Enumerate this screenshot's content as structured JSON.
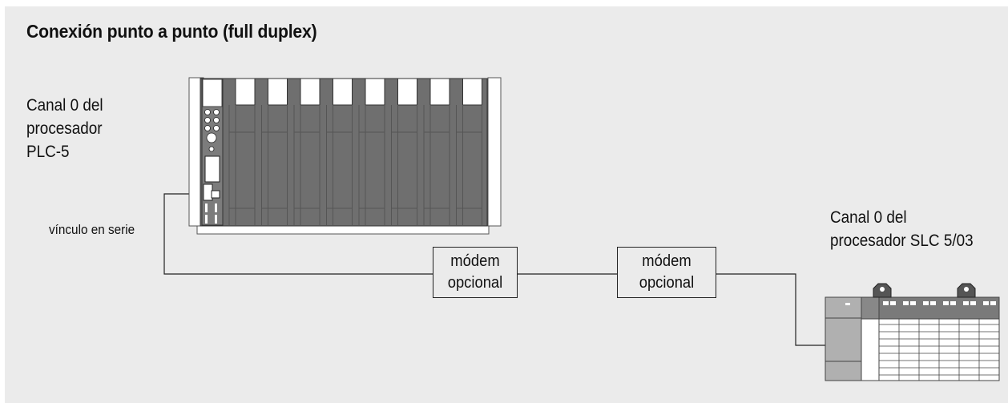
{
  "title": "Conexión punto a punto (full duplex)",
  "plc5_label": [
    "Canal 0 del",
    "procesador",
    "PLC-5"
  ],
  "slc_label": [
    "Canal 0 del",
    "procesador  SLC 5/03"
  ],
  "link_label": "vínculo en serie",
  "modem_left": [
    "módem",
    "opcional"
  ],
  "modem_right": [
    "módem",
    "opcional"
  ],
  "colors": {
    "background": "#ebebeb",
    "line": "#222222",
    "rack_fill": "#6f6f6f",
    "slot_top": "#ffffff"
  }
}
